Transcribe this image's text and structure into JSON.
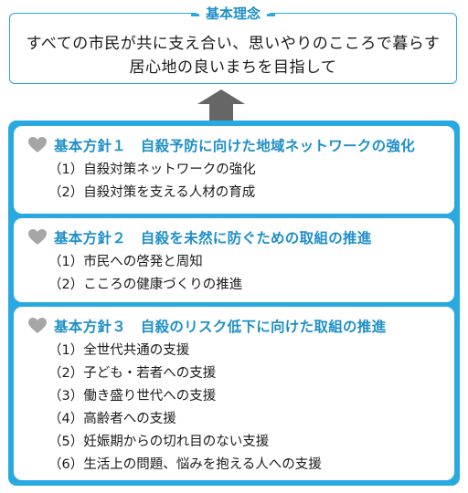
{
  "philosophy": {
    "title": "基本理念",
    "line1": "すべての市民が共に支え合い、思いやりのこころで暮らす",
    "line2": "居心地の良いまちを目指して"
  },
  "policies": [
    {
      "title": "基本方針１　自殺予防に向けた地域ネットワークの強化",
      "items": [
        "（1）自殺対策ネットワークの強化",
        "（2）自殺対策を支える人材の育成"
      ]
    },
    {
      "title": "基本方針２　自殺を未然に防ぐための取組の推進",
      "items": [
        "（1）市民への啓発と周知",
        "（2）こころの健康づくりの推進"
      ]
    },
    {
      "title": "基本方針３　自殺のリスク低下に向けた取組の推進",
      "items": [
        "（1）全世代共通の支援",
        "（2）子ども・若者への支援",
        "（3）働き盛り世代への支援",
        "（4）高齢者への支援",
        "（5）妊娠期からの切れ目のない支援",
        "（6）生活上の問題、悩みを抱える人への支援"
      ]
    }
  ],
  "colors": {
    "accent": "#29a9e0",
    "title": "#1e8fc7",
    "arrow": "#666666",
    "heart": "#a6a6a6"
  }
}
